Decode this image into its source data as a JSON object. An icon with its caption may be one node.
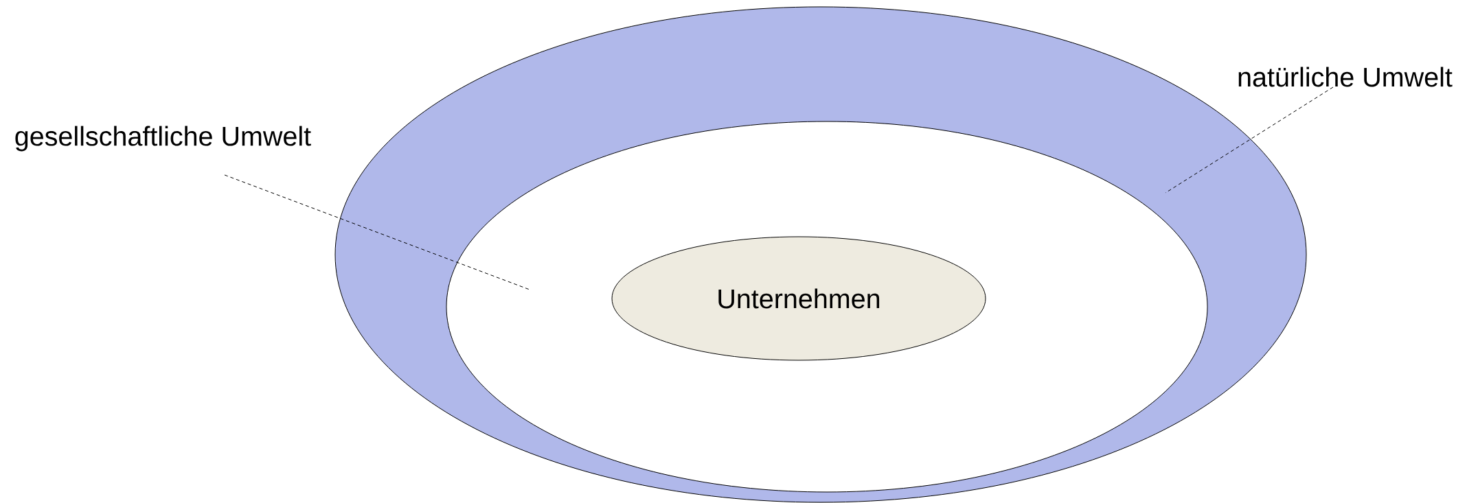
{
  "diagram": {
    "nodes": [
      {
        "text": [],
        "shape": "ellipse"
      },
      {
        "text": [],
        "shape": "ellipse",
        "in": 0
      },
      {
        "text": [
          "Unternehmen"
        ],
        "in": 1
      },
      {
        "text": [
          "gesellschaftliche Umwelt"
        ]
      },
      {
        "text": [
          "natürliche Umwelt"
        ]
      }
    ],
    "edges": [
      {
        "from": 3,
        "to": 1,
        "arrow": "none",
        "style": "dashed"
      },
      {
        "from": 4,
        "to": 0,
        "arrow": "none",
        "style": "dashed"
      }
    ]
  }
}
